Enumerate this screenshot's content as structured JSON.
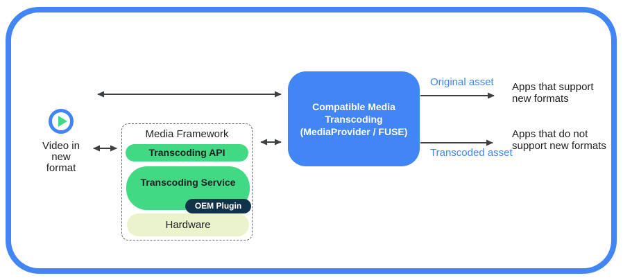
{
  "colors": {
    "accent_blue": "#4285f4",
    "pill_green": "#42d985",
    "oem_navy": "#103349",
    "hardware_pale_green": "#eaf3cb",
    "arrow_gray": "#3c4043",
    "text_dark": "#202124"
  },
  "source": {
    "icon": "play-icon",
    "label": "Video in new format"
  },
  "media_framework": {
    "title": "Media Framework",
    "layers": [
      {
        "label": "Transcoding API"
      },
      {
        "label": "Transcoding Service",
        "plugin": "OEM Plugin"
      },
      {
        "label": "Hardware"
      }
    ]
  },
  "transcoding_box": {
    "line1": "Compatible Media Transcoding",
    "line2": "(MediaProvider / FUSE)"
  },
  "outputs": [
    {
      "arrow_label": "Original asset",
      "target": "Apps that support new formats"
    },
    {
      "arrow_label": "Transcoded asset",
      "target": "Apps that do not support new formats"
    }
  ]
}
